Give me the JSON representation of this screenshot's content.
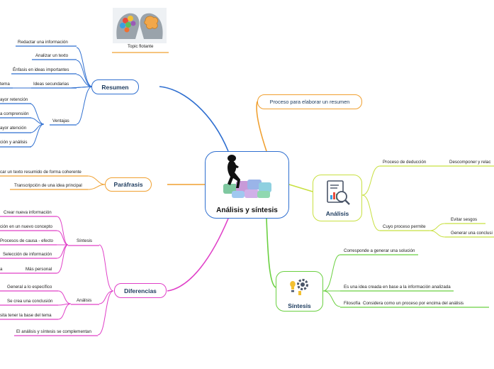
{
  "topic_flotante": "Topic flotante",
  "center": {
    "title": "Análisis y síntesis"
  },
  "resumen": {
    "title": "Resumen",
    "items": [
      "Redactar una información",
      "Analizar un texto",
      "Énfasis en ideas importantes",
      "Ideas secundarias",
      "Ventajas"
    ],
    "ideas_left": "tema",
    "ventajas": [
      "ayor retención",
      "a comprensión",
      "ayor atención",
      "ción y análisis"
    ]
  },
  "parafrasis": {
    "title": "Paráfrasis",
    "items": [
      "car un texto resumido de forma coherente",
      "Transcripción de una idea principal"
    ]
  },
  "diferencias": {
    "title": "Diferencias",
    "sintesis_label": "Síntesis",
    "sintesis_items": [
      "Crear nueva información",
      "ción en un nuevo concepto",
      "Procesos de causa - efecto",
      "Selección de información",
      "Más personal"
    ],
    "sintesis_left": "a",
    "analisis_label": "Análisis",
    "analisis_items": [
      "General a lo específico",
      "Se crea una conclusión",
      "sita tener la base del tema"
    ],
    "complement": "El análisis y síntesis se complementan"
  },
  "proceso": {
    "title": "Proceso para elaborar un resumen"
  },
  "analisis": {
    "title": "Análisis",
    "deduccion": "Proceso de deducción",
    "deduccion_child": "Descomponer y relac",
    "permite": "Cuyo proceso permite",
    "permite_children": [
      "Evitar sesgos",
      "Generar una conclusi"
    ]
  },
  "sintesis": {
    "title": "Síntesis",
    "items": [
      "Corresponde a generar una solución",
      "Es una idea creada en base a la información analizada",
      "Filosofía"
    ],
    "filosofia_child": "Considera como un proceso por encima del análisis"
  },
  "colors": {
    "blue": "#2f6fd0",
    "orange": "#f0a030",
    "magenta": "#e040c8",
    "lime": "#c8e040",
    "green": "#6ad040"
  }
}
